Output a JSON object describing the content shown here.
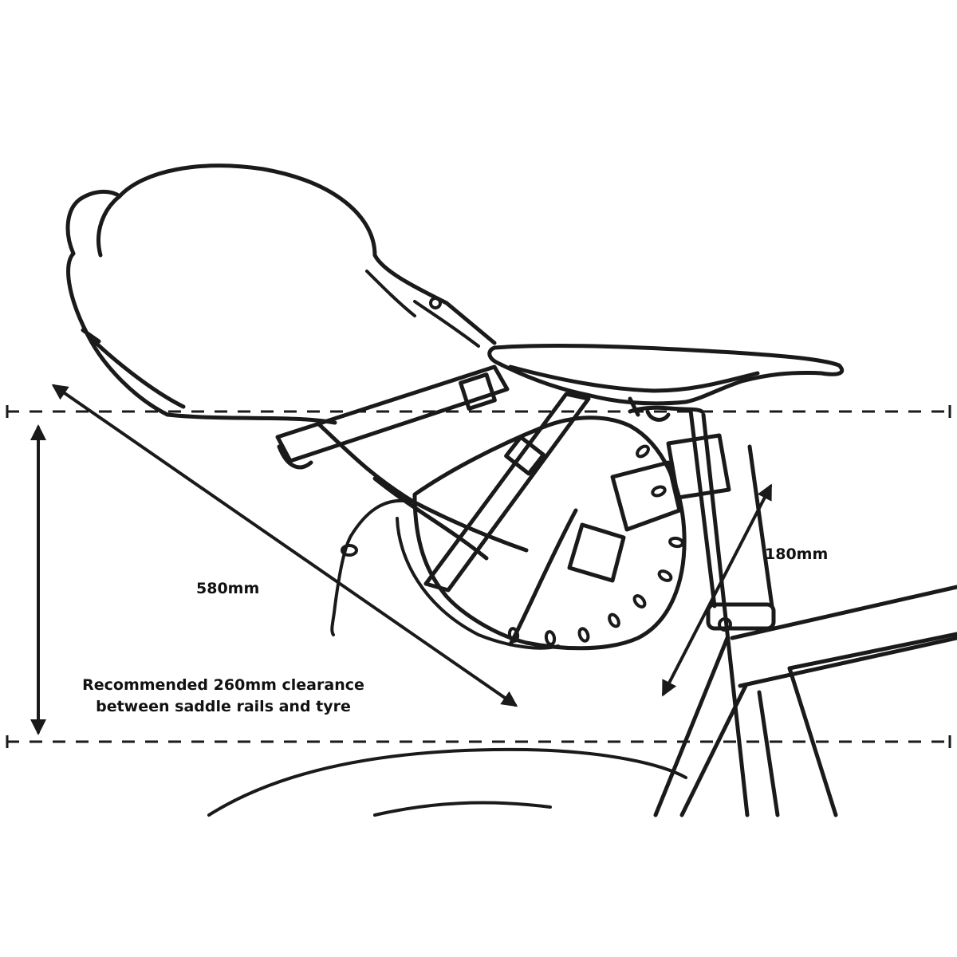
{
  "dimensions": {
    "bag_length": "580mm",
    "bag_depth": "180mm"
  },
  "clearance_note": {
    "line1": "Recommended 260mm clearance",
    "line2": "between saddle rails and tyre"
  },
  "colors": {
    "line": "#1a1a1a",
    "background": "#ffffff"
  }
}
